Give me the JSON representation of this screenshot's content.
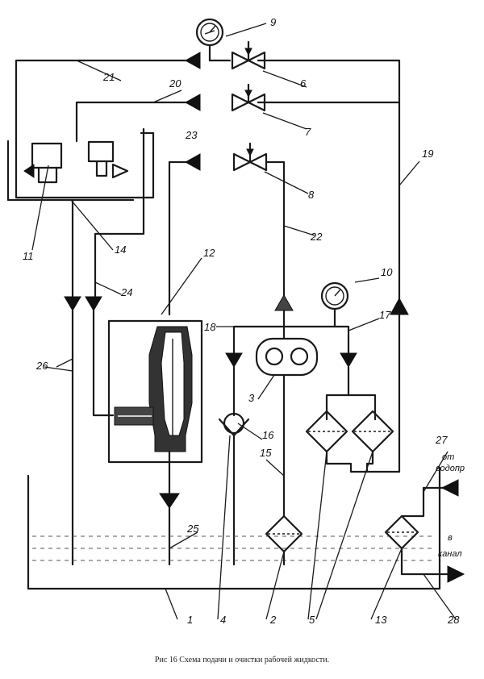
{
  "caption": "Рис 16 Схема подачи и очистки рабочей жидкости.",
  "labels": {
    "n1": "1",
    "n2": "2",
    "n3": "3",
    "n4": "4",
    "n5": "5",
    "n6": "6",
    "n7": "7",
    "n8": "8",
    "n9": "9",
    "n10": "10",
    "n11": "11",
    "n12": "12",
    "n13": "13",
    "n14": "14",
    "n15": "15",
    "n16": "16",
    "n17": "17",
    "n18": "18",
    "n19": "19",
    "n20": "20",
    "n21": "21",
    "n22": "22",
    "n23": "23",
    "n24": "24",
    "n25": "25",
    "n26": "26",
    "n27": "27",
    "n28": "28"
  },
  "annotations": {
    "from_water_1": "от",
    "from_water_2": "водопр",
    "to_drain_1": "в",
    "to_drain_2": "канал"
  }
}
